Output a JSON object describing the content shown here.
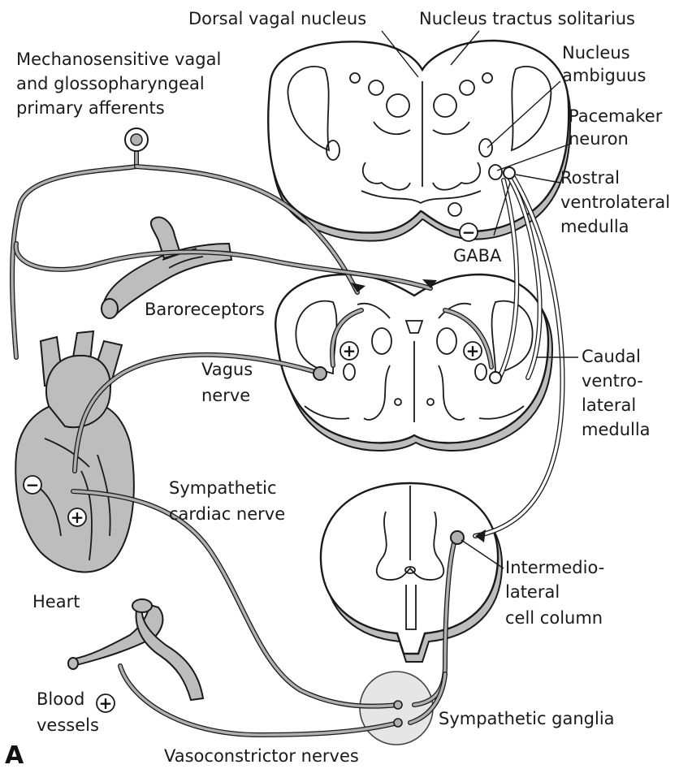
{
  "figure_letter": "A",
  "labels": {
    "dorsal_vagal_nucleus": "Dorsal vagal nucleus",
    "nucleus_tractus_solitarius": "Nucleus tractus solitarius",
    "mechanosensitive": [
      "Mechanosensitive vagal",
      "and glossopharyngeal",
      "primary afferents"
    ],
    "nucleus_ambiguus": [
      "Nucleus",
      "ambiguus"
    ],
    "pacemaker_neuron": [
      "Pacemaker",
      "neuron"
    ],
    "rostral_ventrolateral_medulla": [
      "Rostral",
      "ventrolateral",
      "medulla"
    ],
    "gaba": "GABA",
    "baroreceptors": "Baroreceptors",
    "vagus_nerve": [
      "Vagus",
      "nerve"
    ],
    "caudal_ventrolateral_medulla": [
      "Caudal",
      "ventro-",
      "lateral",
      "medulla"
    ],
    "sympathetic_cardiac_nerve": [
      "Sympathetic",
      "cardiac nerve"
    ],
    "intermediolateral_cell_column": [
      "Intermedio-",
      "lateral",
      "cell column"
    ],
    "heart": "Heart",
    "blood_vessels": [
      "Blood",
      "vessels"
    ],
    "sympathetic_ganglia": "Sympathetic ganglia",
    "vasoconstrictor_nerves": "Vasoconstrictor nerves"
  },
  "signs": {
    "plus": "+",
    "minus": "−"
  },
  "colors": {
    "line": "#1a1a1a",
    "tissue_shading": "#bdbdbd",
    "ganglia_fill": "#e6e6e6",
    "background": "#ffffff"
  }
}
